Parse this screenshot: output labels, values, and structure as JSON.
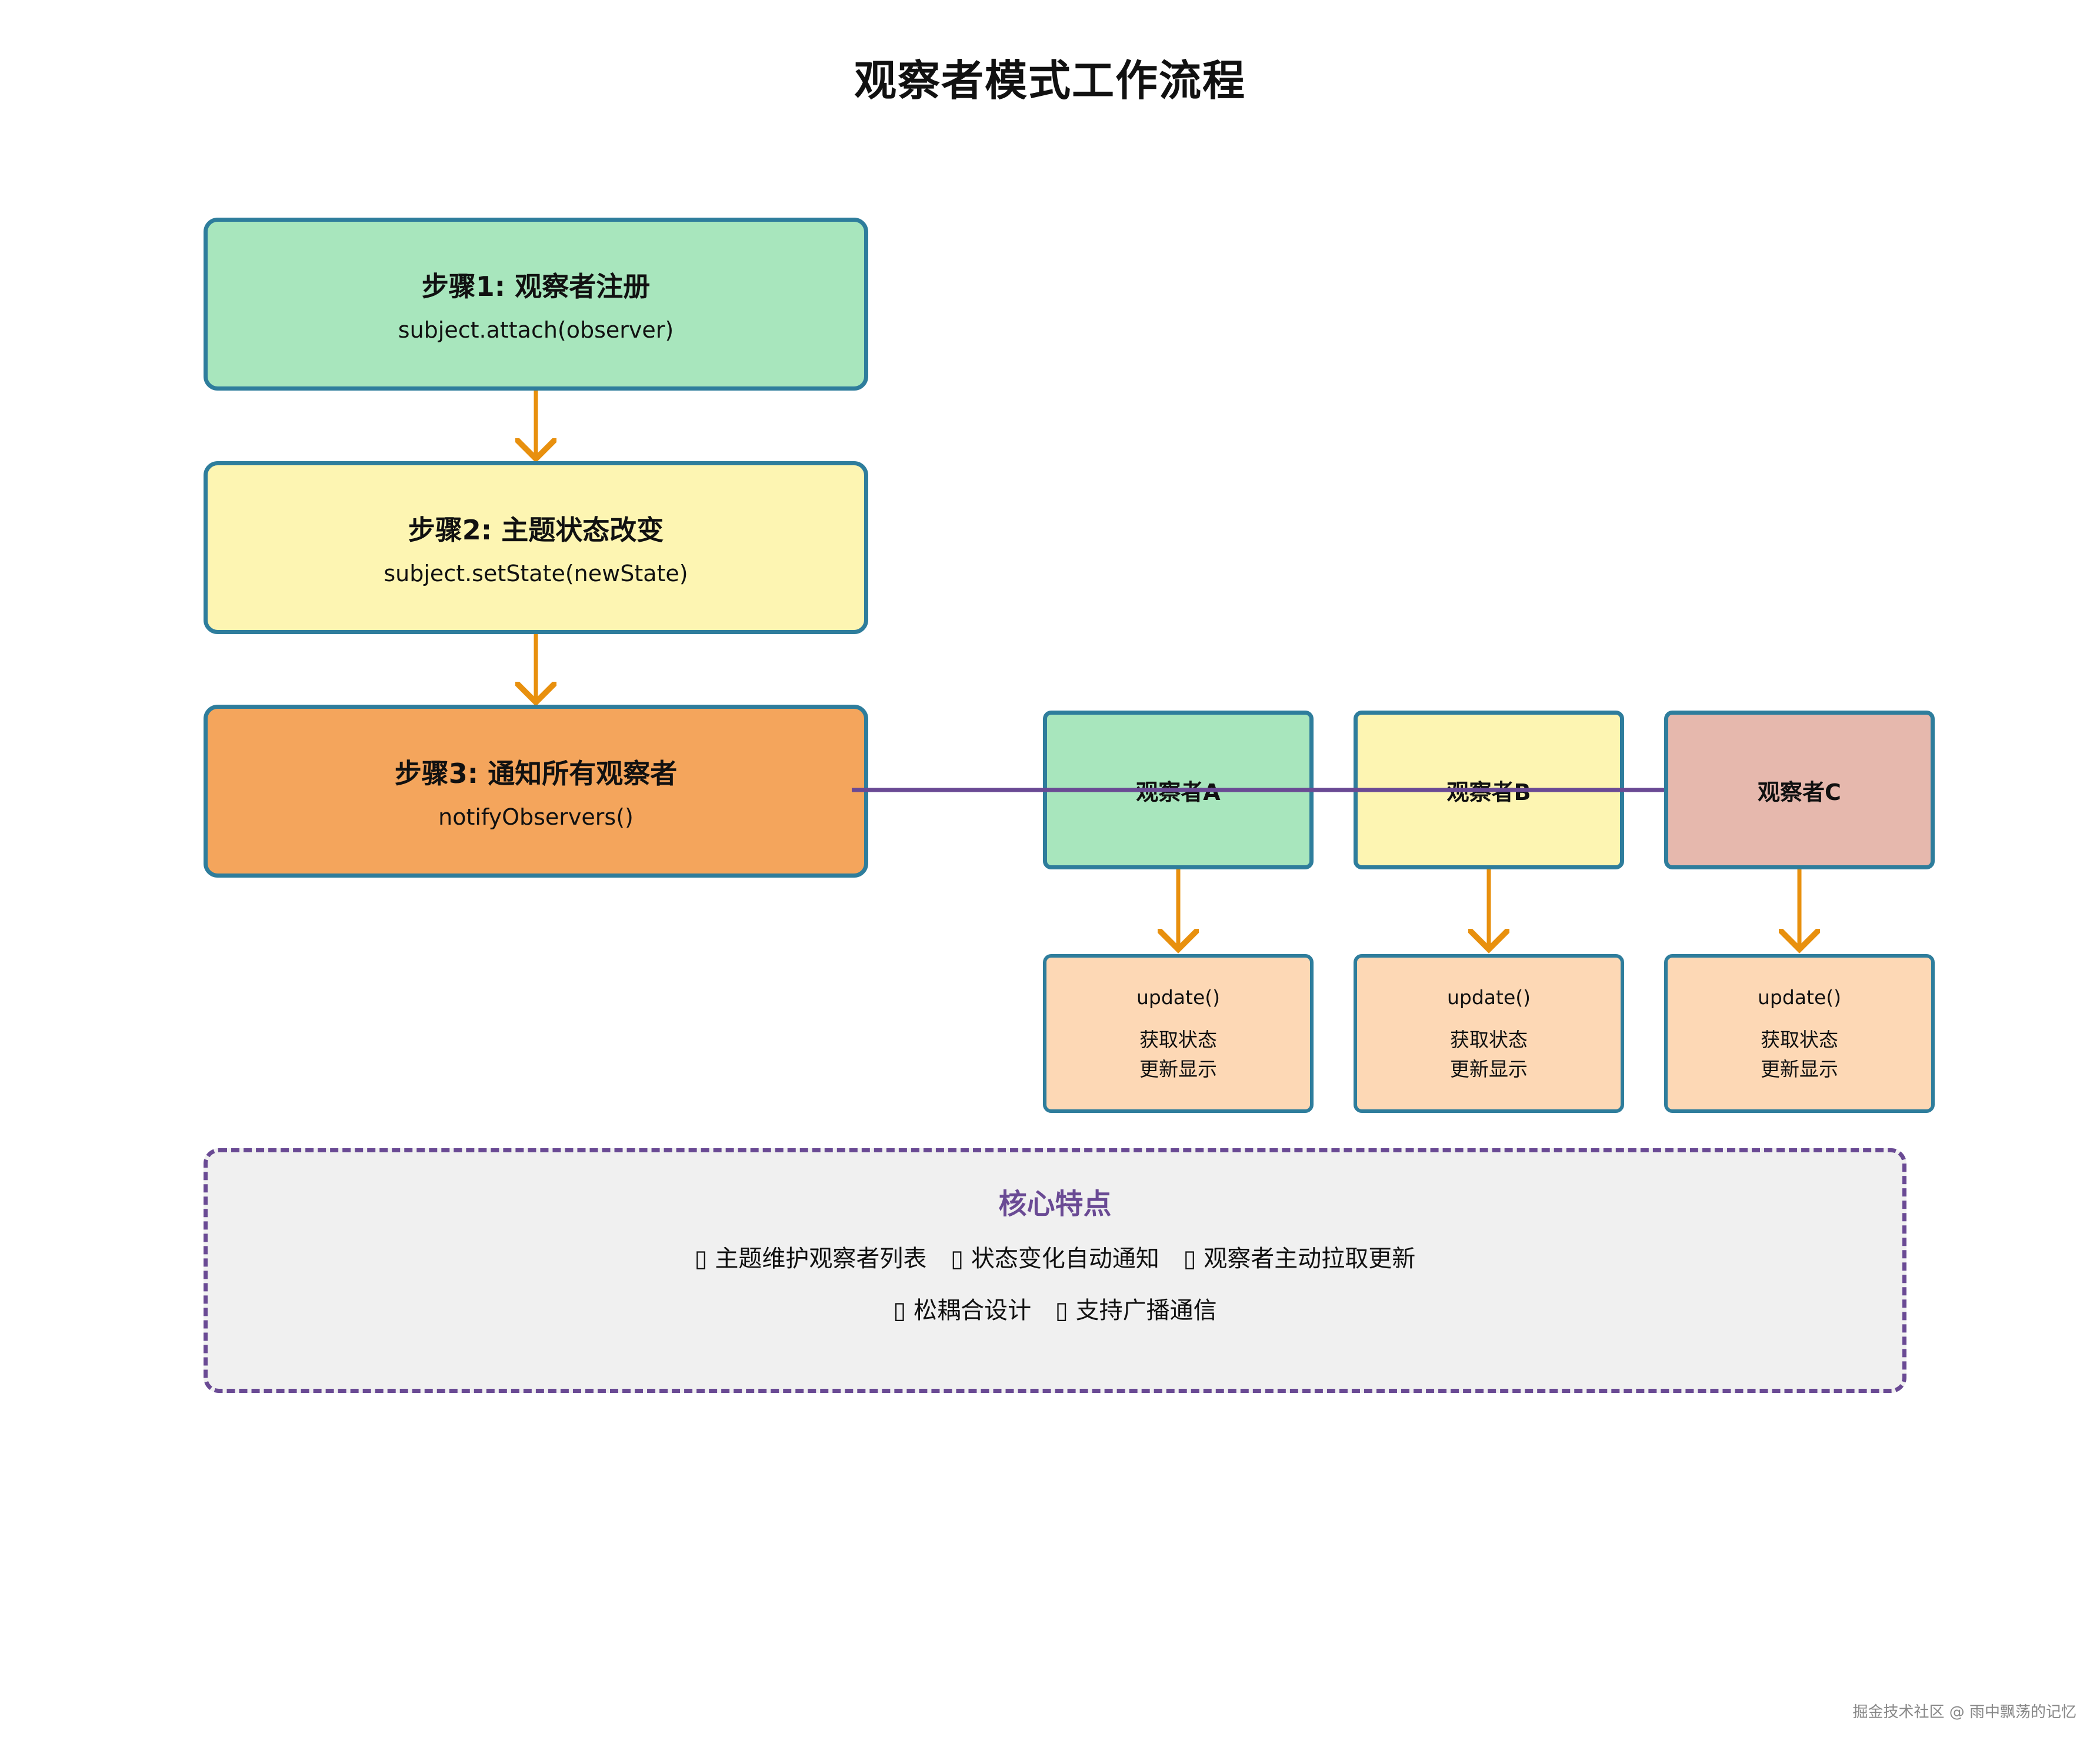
{
  "title": "观察者模式工作流程",
  "steps": [
    {
      "title": "步骤1: 观察者注册",
      "code": "subject.attach(observer)",
      "color": "#a8e6bd"
    },
    {
      "title": "步骤2: 主题状态改变",
      "code": "subject.setState(newState)",
      "color": "#fdf5b2"
    },
    {
      "title": "步骤3: 通知所有观察者",
      "code": "notifyObservers()",
      "color": "#f4a55c"
    }
  ],
  "observers": [
    {
      "label": "观察者A",
      "color": "#a8e6bd"
    },
    {
      "label": "观察者B",
      "color": "#fdf5b2"
    },
    {
      "label": "观察者C",
      "color": "#e6b8ad"
    }
  ],
  "updates": [
    {
      "method": "update()",
      "line1": "获取状态",
      "line2": "更新显示"
    },
    {
      "method": "update()",
      "line1": "获取状态",
      "line2": "更新显示"
    },
    {
      "method": "update()",
      "line1": "获取状态",
      "line2": "更新显示"
    }
  ],
  "core": {
    "title": "核心特点",
    "row1": [
      "▯ 主题维护观察者列表",
      "▯ 状态变化自动通知",
      "▯ 观察者主动拉取更新"
    ],
    "row2": [
      "▯ 松耦合设计",
      "▯ 支持广播通信"
    ]
  },
  "footer": "掘金技术社区 @ 雨中飘荡的记忆",
  "colors": {
    "border": "#2e7d9c",
    "arrow": "#e8900e",
    "notify_line": "#6a4a94",
    "update_bg": "#fdd8b5",
    "core_bg": "#f0f0f0"
  }
}
